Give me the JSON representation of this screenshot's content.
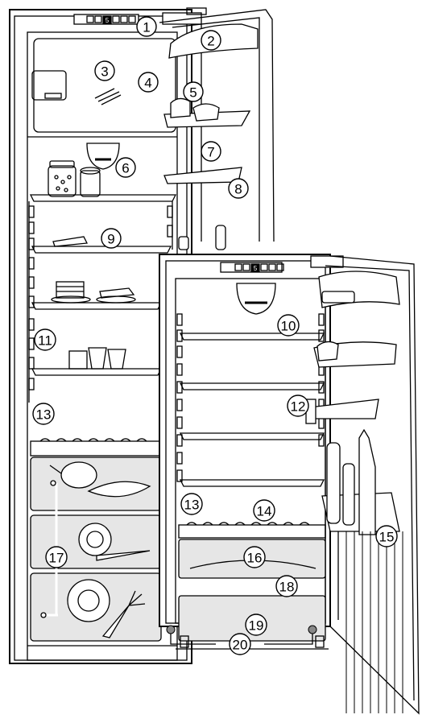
{
  "callouts": [
    "1",
    "2",
    "3",
    "4",
    "5",
    "6",
    "7",
    "8",
    "9",
    "10",
    "11",
    "12",
    "13",
    "13",
    "14",
    "15",
    "16",
    "17",
    "18",
    "19",
    "20"
  ],
  "display_digit": "5"
}
